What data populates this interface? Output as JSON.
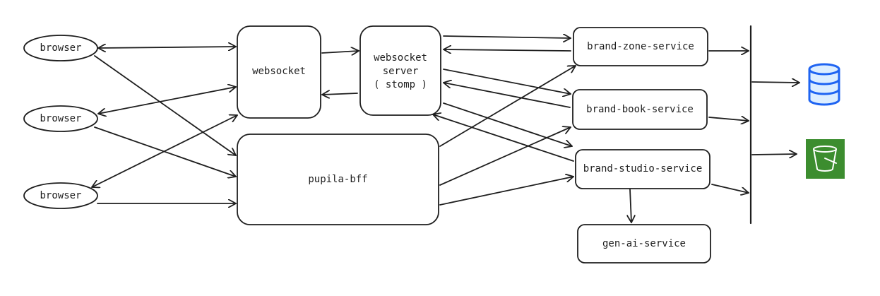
{
  "nodes": {
    "browser_1": "browser",
    "browser_2": "browser",
    "browser_3": "browser",
    "websocket": "websocket",
    "websocket_server_line1": "websocket",
    "websocket_server_line2": "server",
    "websocket_server_line3": "( stomp )",
    "bff": "pupila-bff",
    "brand_zone_service": "brand-zone-service",
    "brand_book_service": "brand-book-service",
    "brand_studio_service": "brand-studio-service",
    "gen_ai_service": "gen-ai-service"
  },
  "icons": {
    "database": "database-icon",
    "storage_bucket": "storage-bucket-icon"
  },
  "colors": {
    "stroke": "#1e1e1e",
    "database_fill": "#ddeeff",
    "database_stroke": "#1f64f2",
    "bucket_fill": "#3c8d2f",
    "bucket_icon": "#ffffff"
  }
}
